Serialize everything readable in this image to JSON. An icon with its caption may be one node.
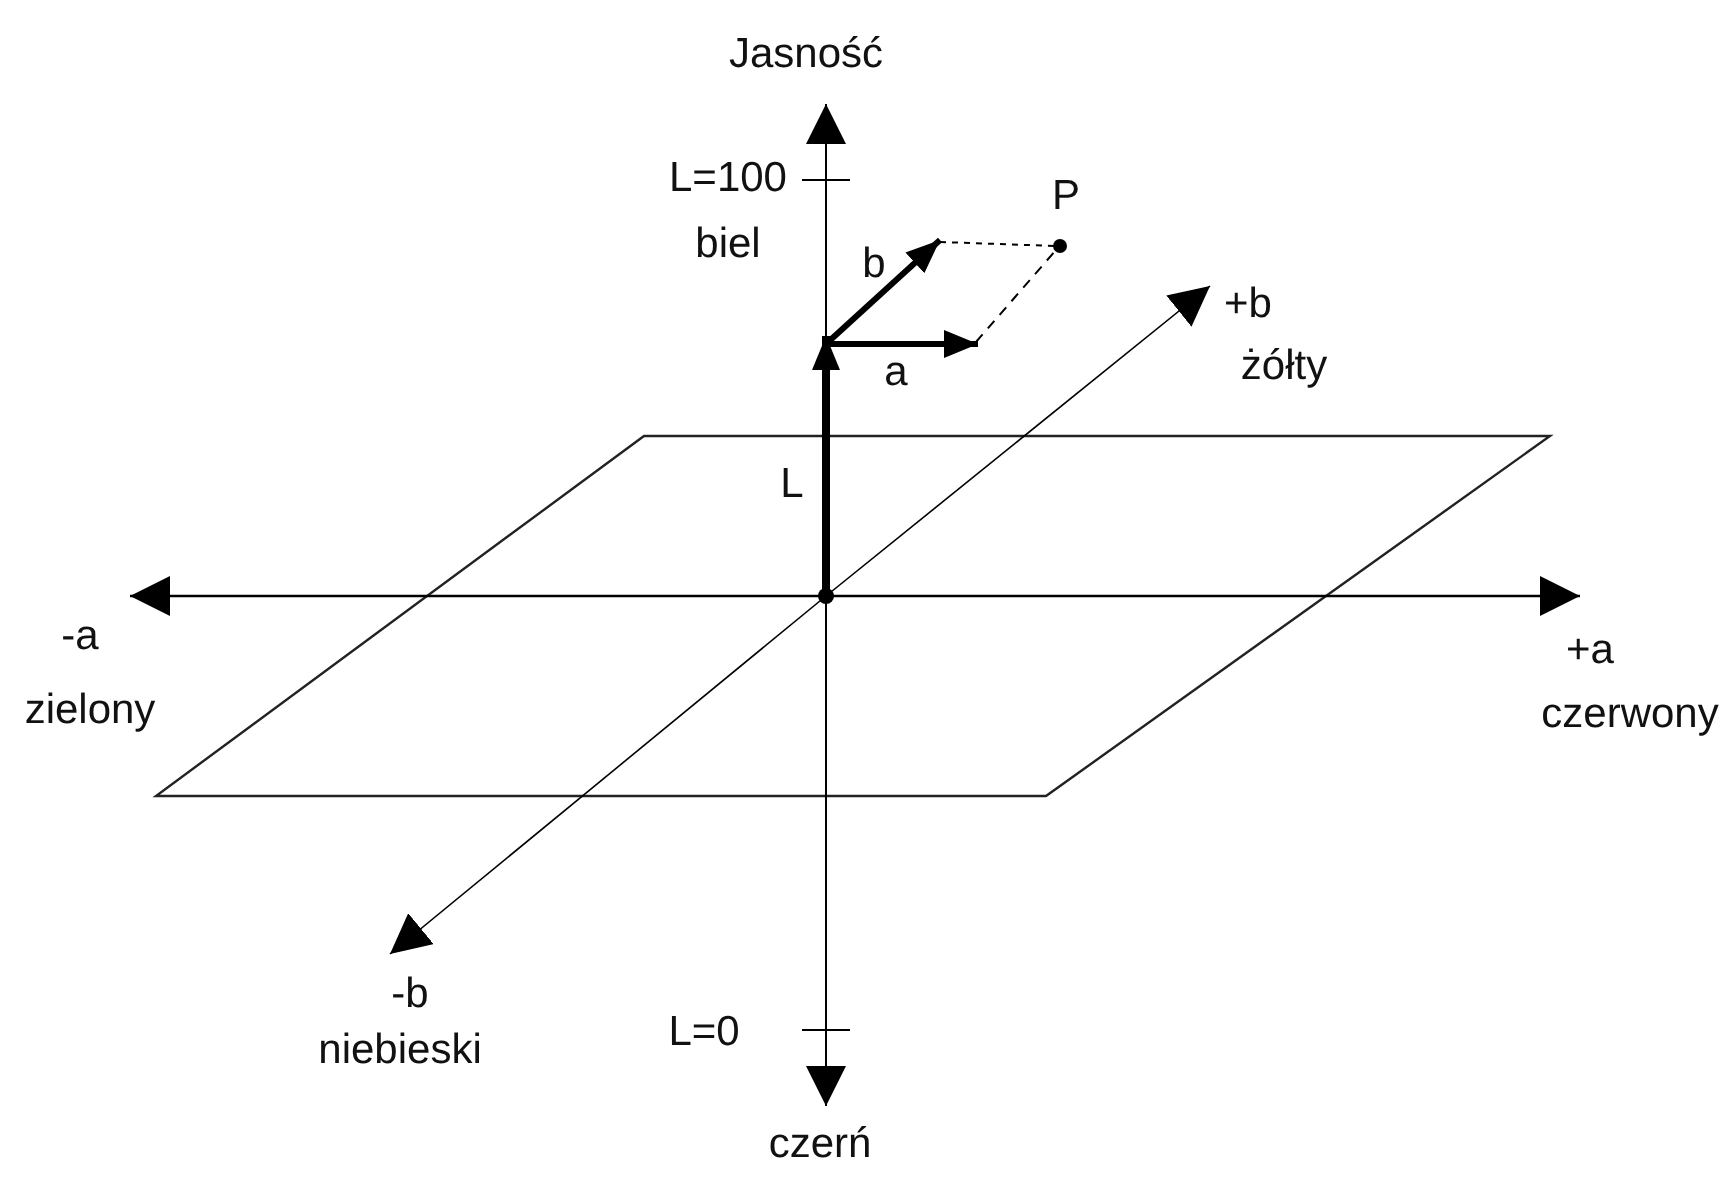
{
  "diagram": {
    "labels": [
      "Jasność",
      "L=100",
      "P",
      "biel",
      "b",
      "+b",
      "żółty",
      "a",
      "L",
      "-a",
      "+a",
      "zielony",
      "czerwony",
      "-b",
      "niebieski",
      "L=0",
      "czerń"
    ]
  }
}
